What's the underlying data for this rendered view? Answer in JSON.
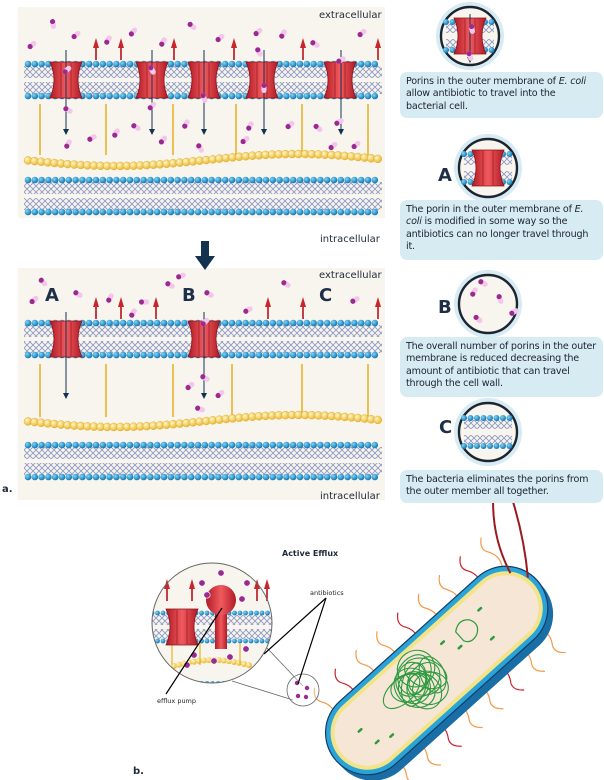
{
  "figure": {
    "panel_a": {
      "part_label": "a.",
      "top_membrane": {
        "extracellular_label": "extracellular",
        "intracellular_label": "intracellular"
      },
      "bottom_membrane": {
        "extracellular_label": "extracellular",
        "intracellular_label": "intracellular",
        "markers": [
          "A",
          "B",
          "C"
        ]
      },
      "legend": [
        {
          "marker": "",
          "icon": "porin-with-antibiotic-icon",
          "text_pre": "Porins in the outer membrane of ",
          "text_em": "E. coli",
          "text_post": " allow antibiotic to travel into the bacterial cell."
        },
        {
          "marker": "A",
          "icon": "modified-porin-icon",
          "text_pre": "The porin in the outer membrane of ",
          "text_em": "E. coli",
          "text_post": " is modified in some way so the antibiotics can no longer travel through it."
        },
        {
          "marker": "B",
          "icon": "antibiotics-no-porin-icon",
          "text_pre": "The overall number of porins in the outer membrane is reduced decreasing the amount of antibiotic that can travel through the cell wall.",
          "text_em": "",
          "text_post": ""
        },
        {
          "marker": "C",
          "icon": "membrane-no-porin-icon",
          "text_pre": "The bacteria eliminates the porins from the outer member all together.",
          "text_em": "",
          "text_post": ""
        }
      ]
    },
    "panel_b": {
      "part_label": "b.",
      "title": "Active Efflux",
      "labels": {
        "antibiotics": "antibiotics",
        "efflux_pump": "efflux pump"
      }
    },
    "colors": {
      "panel_bg": "#f8f5ee",
      "head_group": "#2aa3d6",
      "porin": "#c8262c",
      "antibiotic": "#9a2a8f",
      "peptidoglycan": "#f3d35b",
      "arrow": "#12324f",
      "caption_bg": "#d7ebf3"
    }
  }
}
